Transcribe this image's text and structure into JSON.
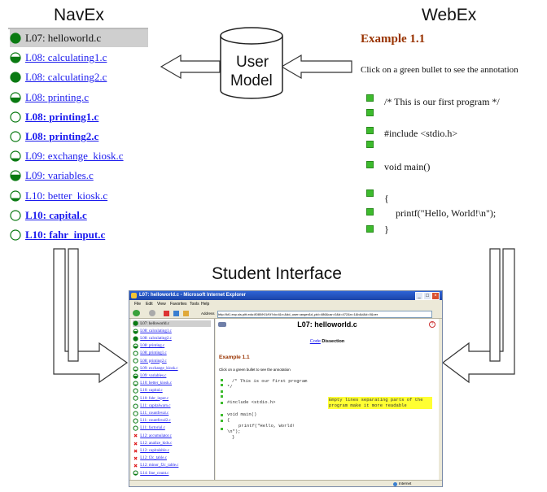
{
  "labels": {
    "navex": "NavEx",
    "webex": "WebEx",
    "user_model_line1": "User",
    "user_model_line2": "Model",
    "student_interface": "Student Interface"
  },
  "navex_items": [
    {
      "label": "L07: helloworld.c",
      "icon": "full",
      "style": "plain",
      "current": true
    },
    {
      "label": "L08: calculating1.c",
      "icon": "mostly",
      "style": "link"
    },
    {
      "label": "L08: calculating2.c",
      "icon": "full",
      "style": "link"
    },
    {
      "label": "L08: printing.c",
      "icon": "half",
      "style": "link"
    },
    {
      "label": "L08: printing1.c",
      "icon": "empty",
      "style": "bold-link"
    },
    {
      "label": "L08: printing2.c",
      "icon": "empty",
      "style": "bold-link"
    },
    {
      "label": "L09: exchange_kiosk.c",
      "icon": "low",
      "style": "link"
    },
    {
      "label": "L09: variables.c",
      "icon": "mostly",
      "style": "link"
    },
    {
      "label": "L10: better_kiosk.c",
      "icon": "low",
      "style": "link"
    },
    {
      "label": "L10: capital.c",
      "icon": "empty",
      "style": "bold-link"
    },
    {
      "label": "L10: fahr_input.c",
      "icon": "empty",
      "style": "bold-link"
    }
  ],
  "webex": {
    "example_title": "Example 1.1",
    "instruction": "Click on a green bullet to see the annotation",
    "code_lines": [
      "/* This is our first program */",
      "#include <stdio.h>",
      "void main()",
      "{",
      "printf(\"Hello, World!\\n\");",
      "}"
    ]
  },
  "browser": {
    "window_title": "L07: helloworld.c - Microsoft Internet Explorer",
    "menu_items": [
      "File",
      "Edit",
      "View",
      "Favorites",
      "Tools",
      "Help"
    ],
    "address_label": "Address",
    "address_value": "http://kt1.exp.sis.pitt.edu:8080/Kt1/Kt?do=l&r=&dd_user=anger&d_pid=486&usr=0&d=472&n=1&b&d&d=0&ver",
    "page_heading": "L07: helloworld.c",
    "tabs": [
      "Code",
      "Dissection"
    ],
    "example_title": "Example 1.1",
    "instruction": "Click on a green bullet to see the annotation",
    "code_lines": [
      "/* This is our first program",
      "*/",
      "#include <stdio.h>",
      "void main()",
      "{",
      "printf(\"Hello, World!",
      "\\n\");",
      "}"
    ],
    "annotation": "Empty lines separating parts of the program make it more readable",
    "status_text": "Internet",
    "list_items": [
      {
        "label": "L07: helloworld.c",
        "icon": "full",
        "current": true
      },
      {
        "label": "L08: calculating1.c",
        "icon": "mostly"
      },
      {
        "label": "L08: calculating2.c",
        "icon": "full"
      },
      {
        "label": "L08: printing.c",
        "icon": "half"
      },
      {
        "label": "L08: printing1.c",
        "icon": "empty"
      },
      {
        "label": "L08: printing2.c",
        "icon": "empty"
      },
      {
        "label": "L09: exchange_kiosk.c",
        "icon": "low"
      },
      {
        "label": "L09: variables.c",
        "icon": "mostly"
      },
      {
        "label": "L10: better_kiosk.c",
        "icon": "low"
      },
      {
        "label": "L10: capital.c",
        "icon": "empty"
      },
      {
        "label": "L10: fahr_input.c",
        "icon": "empty"
      },
      {
        "label": "L11: capitalwarn.c",
        "icon": "empty"
      },
      {
        "label": "L11: countfeval.c",
        "icon": "empty"
      },
      {
        "label": "L11: countfeval2.c",
        "icon": "empty"
      },
      {
        "label": "L11: factorial.c",
        "icon": "empty"
      },
      {
        "label": "L12: accumulator.c",
        "icon": "cross"
      },
      {
        "label": "L12: analize_kids.c",
        "icon": "cross"
      },
      {
        "label": "L12: capitalable.c",
        "icon": "cross"
      },
      {
        "label": "L12: f2c_table.c",
        "icon": "cross"
      },
      {
        "label": "L12: minor_f2c_table.c",
        "icon": "cross"
      },
      {
        "label": "L14: line_count.c",
        "icon": "low"
      }
    ]
  },
  "colors": {
    "progress_green": "#0a7a12",
    "bullet_green": "#3dbb2d",
    "link_blue": "#1a1aee",
    "example_title_red": "#993300",
    "annotation_yellow": "#ffff33",
    "cross_red": "#dd1111"
  }
}
